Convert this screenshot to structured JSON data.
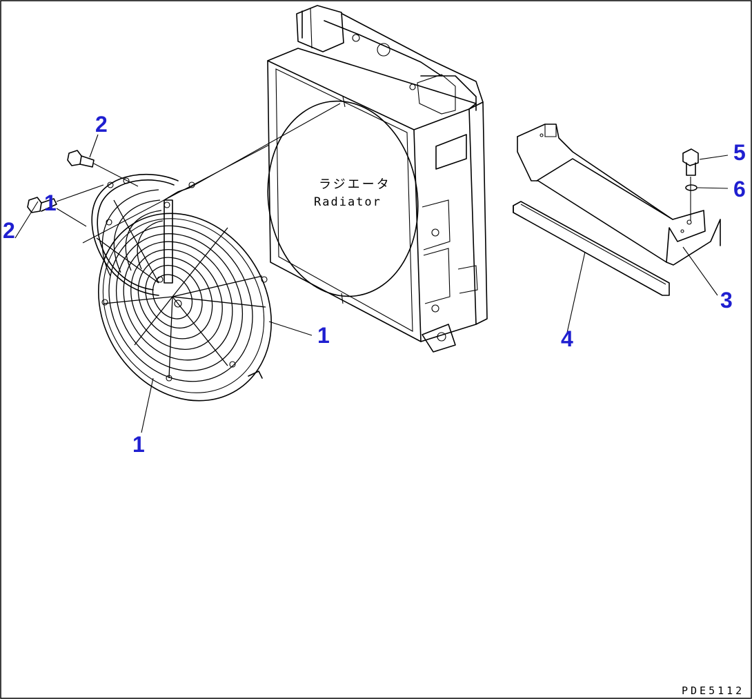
{
  "diagram": {
    "radiator_label_jp": "ラジエータ",
    "radiator_label_en": "Radiator",
    "drawing_code": "PDE5112",
    "callouts": [
      {
        "id": "c1a",
        "text": "1"
      },
      {
        "id": "c1b",
        "text": "1"
      },
      {
        "id": "c1c",
        "text": "1"
      },
      {
        "id": "c2a",
        "text": "2"
      },
      {
        "id": "c2b",
        "text": "2"
      },
      {
        "id": "c3",
        "text": "3"
      },
      {
        "id": "c4",
        "text": "4"
      },
      {
        "id": "c5",
        "text": "5"
      },
      {
        "id": "c6",
        "text": "6"
      }
    ],
    "colors": {
      "callout": "#1f1fd0",
      "line": "#000000",
      "background": "#ffffff"
    }
  }
}
